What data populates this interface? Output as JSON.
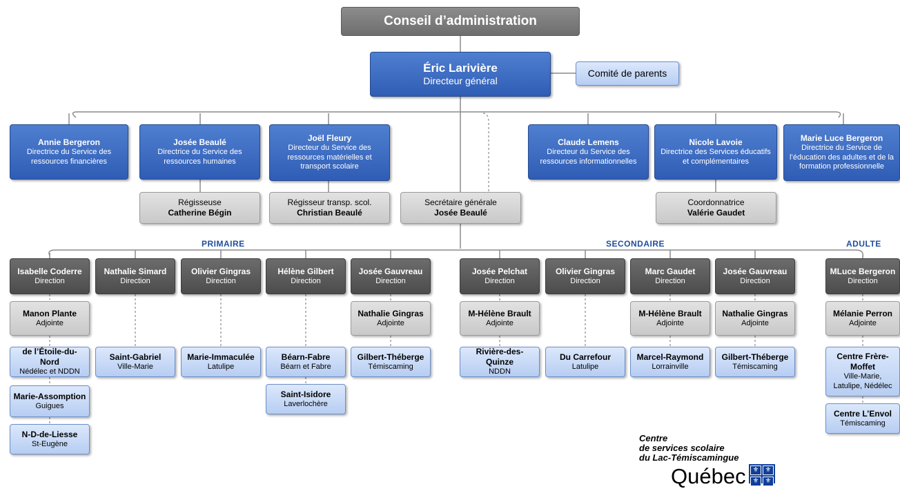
{
  "board": "Conseil d’administration",
  "dg": {
    "name": "Éric Larivière",
    "title": "Directeur général"
  },
  "parents": "Comité de parents",
  "services": [
    {
      "name": "Annie Bergeron",
      "title": "Directrice du Service des ressources financières"
    },
    {
      "name": "Josée Beaulé",
      "title": "Directrice du Service des ressources humaines"
    },
    {
      "name": "Joël Fleury",
      "title": "Directeur du Service des ressources matérielles et transport scolaire"
    },
    {
      "name": "Claude Lemens",
      "title": "Directeur du Service des ressources informationnelles"
    },
    {
      "name": "Nicole Lavoie",
      "title": "Directrice des Services éducatifs et complémentaires"
    },
    {
      "name": "Marie Luce Bergeron",
      "title": "Directrice du Service de l’éducation des adultes et de la formation professionnelle"
    }
  ],
  "staff": [
    {
      "role": "Régisseuse",
      "name": "Catherine Bégin"
    },
    {
      "role": "Régisseur transp. scol.",
      "name": "Christian Beaulé"
    },
    {
      "role": "Secrétaire générale",
      "name": "Josée Beaulé"
    },
    {
      "role": "Coordonnatrice",
      "name": "Valérie Gaudet"
    }
  ],
  "sections": {
    "primaire": "PRIMAIRE",
    "secondaire": "SECONDAIRE",
    "adulte": "ADULTE"
  },
  "directions": [
    {
      "name": "Isabelle Coderre",
      "role": "Direction"
    },
    {
      "name": "Nathalie Simard",
      "role": "Direction"
    },
    {
      "name": "Olivier Gingras",
      "role": "Direction"
    },
    {
      "name": "Hélène Gilbert",
      "role": "Direction"
    },
    {
      "name": "Josée Gauvreau",
      "role": "Direction"
    },
    {
      "name": "Josée Pelchat",
      "role": "Direction"
    },
    {
      "name": "Olivier Gingras",
      "role": "Direction"
    },
    {
      "name": "Marc Gaudet",
      "role": "Direction"
    },
    {
      "name": "Josée Gauvreau",
      "role": "Direction"
    },
    {
      "name": "MLuce Bergeron",
      "role": "Direction"
    }
  ],
  "adjoints": [
    {
      "name": "Manon Plante",
      "role": "Adjointe"
    },
    {
      "name": "Nathalie Gingras",
      "role": "Adjointe"
    },
    {
      "name": "M-Hélène Brault",
      "role": "Adjointe"
    },
    {
      "name": "M-Hélène Brault",
      "role": "Adjointe"
    },
    {
      "name": "Nathalie Gingras",
      "role": "Adjointe"
    },
    {
      "name": "Mélanie Perron",
      "role": "Adjointe"
    }
  ],
  "schools": [
    {
      "name": "de l’Étoile-du-Nord",
      "place": "Nédélec et NDDN"
    },
    {
      "name": "Marie-Assomption",
      "place": "Guigues"
    },
    {
      "name": "N-D-de-Liesse",
      "place": "St-Eugène"
    },
    {
      "name": "Saint-Gabriel",
      "place": "Ville-Marie"
    },
    {
      "name": "Marie-Immaculée",
      "place": "Latulipe"
    },
    {
      "name": "Béarn-Fabre",
      "place": "Béarn et Fabre"
    },
    {
      "name": "Saint-Isidore",
      "place": "Laverlochère"
    },
    {
      "name": "Gilbert-Théberge",
      "place": "Témiscaming"
    },
    {
      "name": "Rivière-des-Quinze",
      "place": "NDDN"
    },
    {
      "name": "Du Carrefour",
      "place": "Latulipe"
    },
    {
      "name": "Marcel-Raymond",
      "place": "Lorrainville"
    },
    {
      "name": "Gilbert-Théberge",
      "place": "Témiscaming"
    },
    {
      "name": "Centre Frère-Moffet",
      "place": "Ville-Marie, Latulipe, Nédélec"
    },
    {
      "name": "Centre L’Envol",
      "place": "Témiscaming"
    }
  ],
  "logo": {
    "line1": "Centre",
    "line2": "de services scolaire",
    "line3": "du Lac-Témiscamingue",
    "quebec": "Québec",
    "flag_icon": "fleur-de-lys-icon"
  },
  "colors": {
    "blue": "#2f5db5",
    "light_blue": "#c6d9f7",
    "dark_gray": "#595959",
    "light_gray": "#d4d4d4",
    "section_label": "#1f4e9c"
  }
}
